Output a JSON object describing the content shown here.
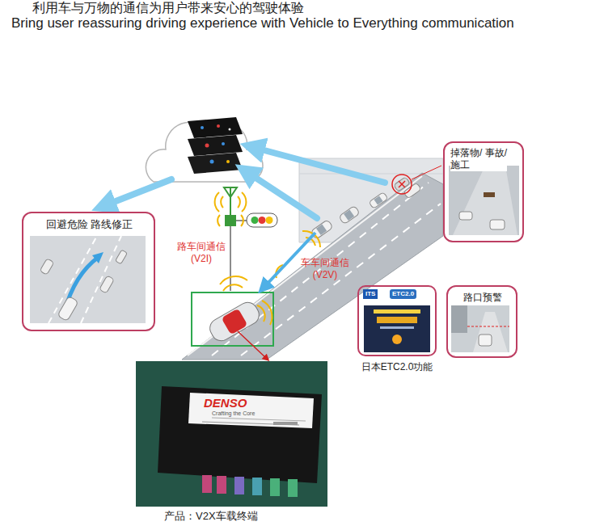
{
  "diagram": {
    "title": "利用车与万物的通信为用户带来安心的驾驶体验",
    "caption": "产品：V2X车载终端",
    "nodes": [
      {
        "text": [
          "回避危险 路线修正"
        ]
      },
      {
        "text": [
          "掉落物/ 事故/施工"
        ]
      },
      {
        "text": [
          "ITS",
          "ETC2.0",
          "日本ETC2.0功能"
        ]
      },
      {
        "text": [
          "路口预警"
        ]
      }
    ],
    "labels": [
      "Bring user reassuring driving experience with Vehicle to Everything communication",
      "路车间通信 (V2I)",
      "车车间通信 (V2V)",
      "DENSO",
      "Crafting the Core"
    ]
  }
}
